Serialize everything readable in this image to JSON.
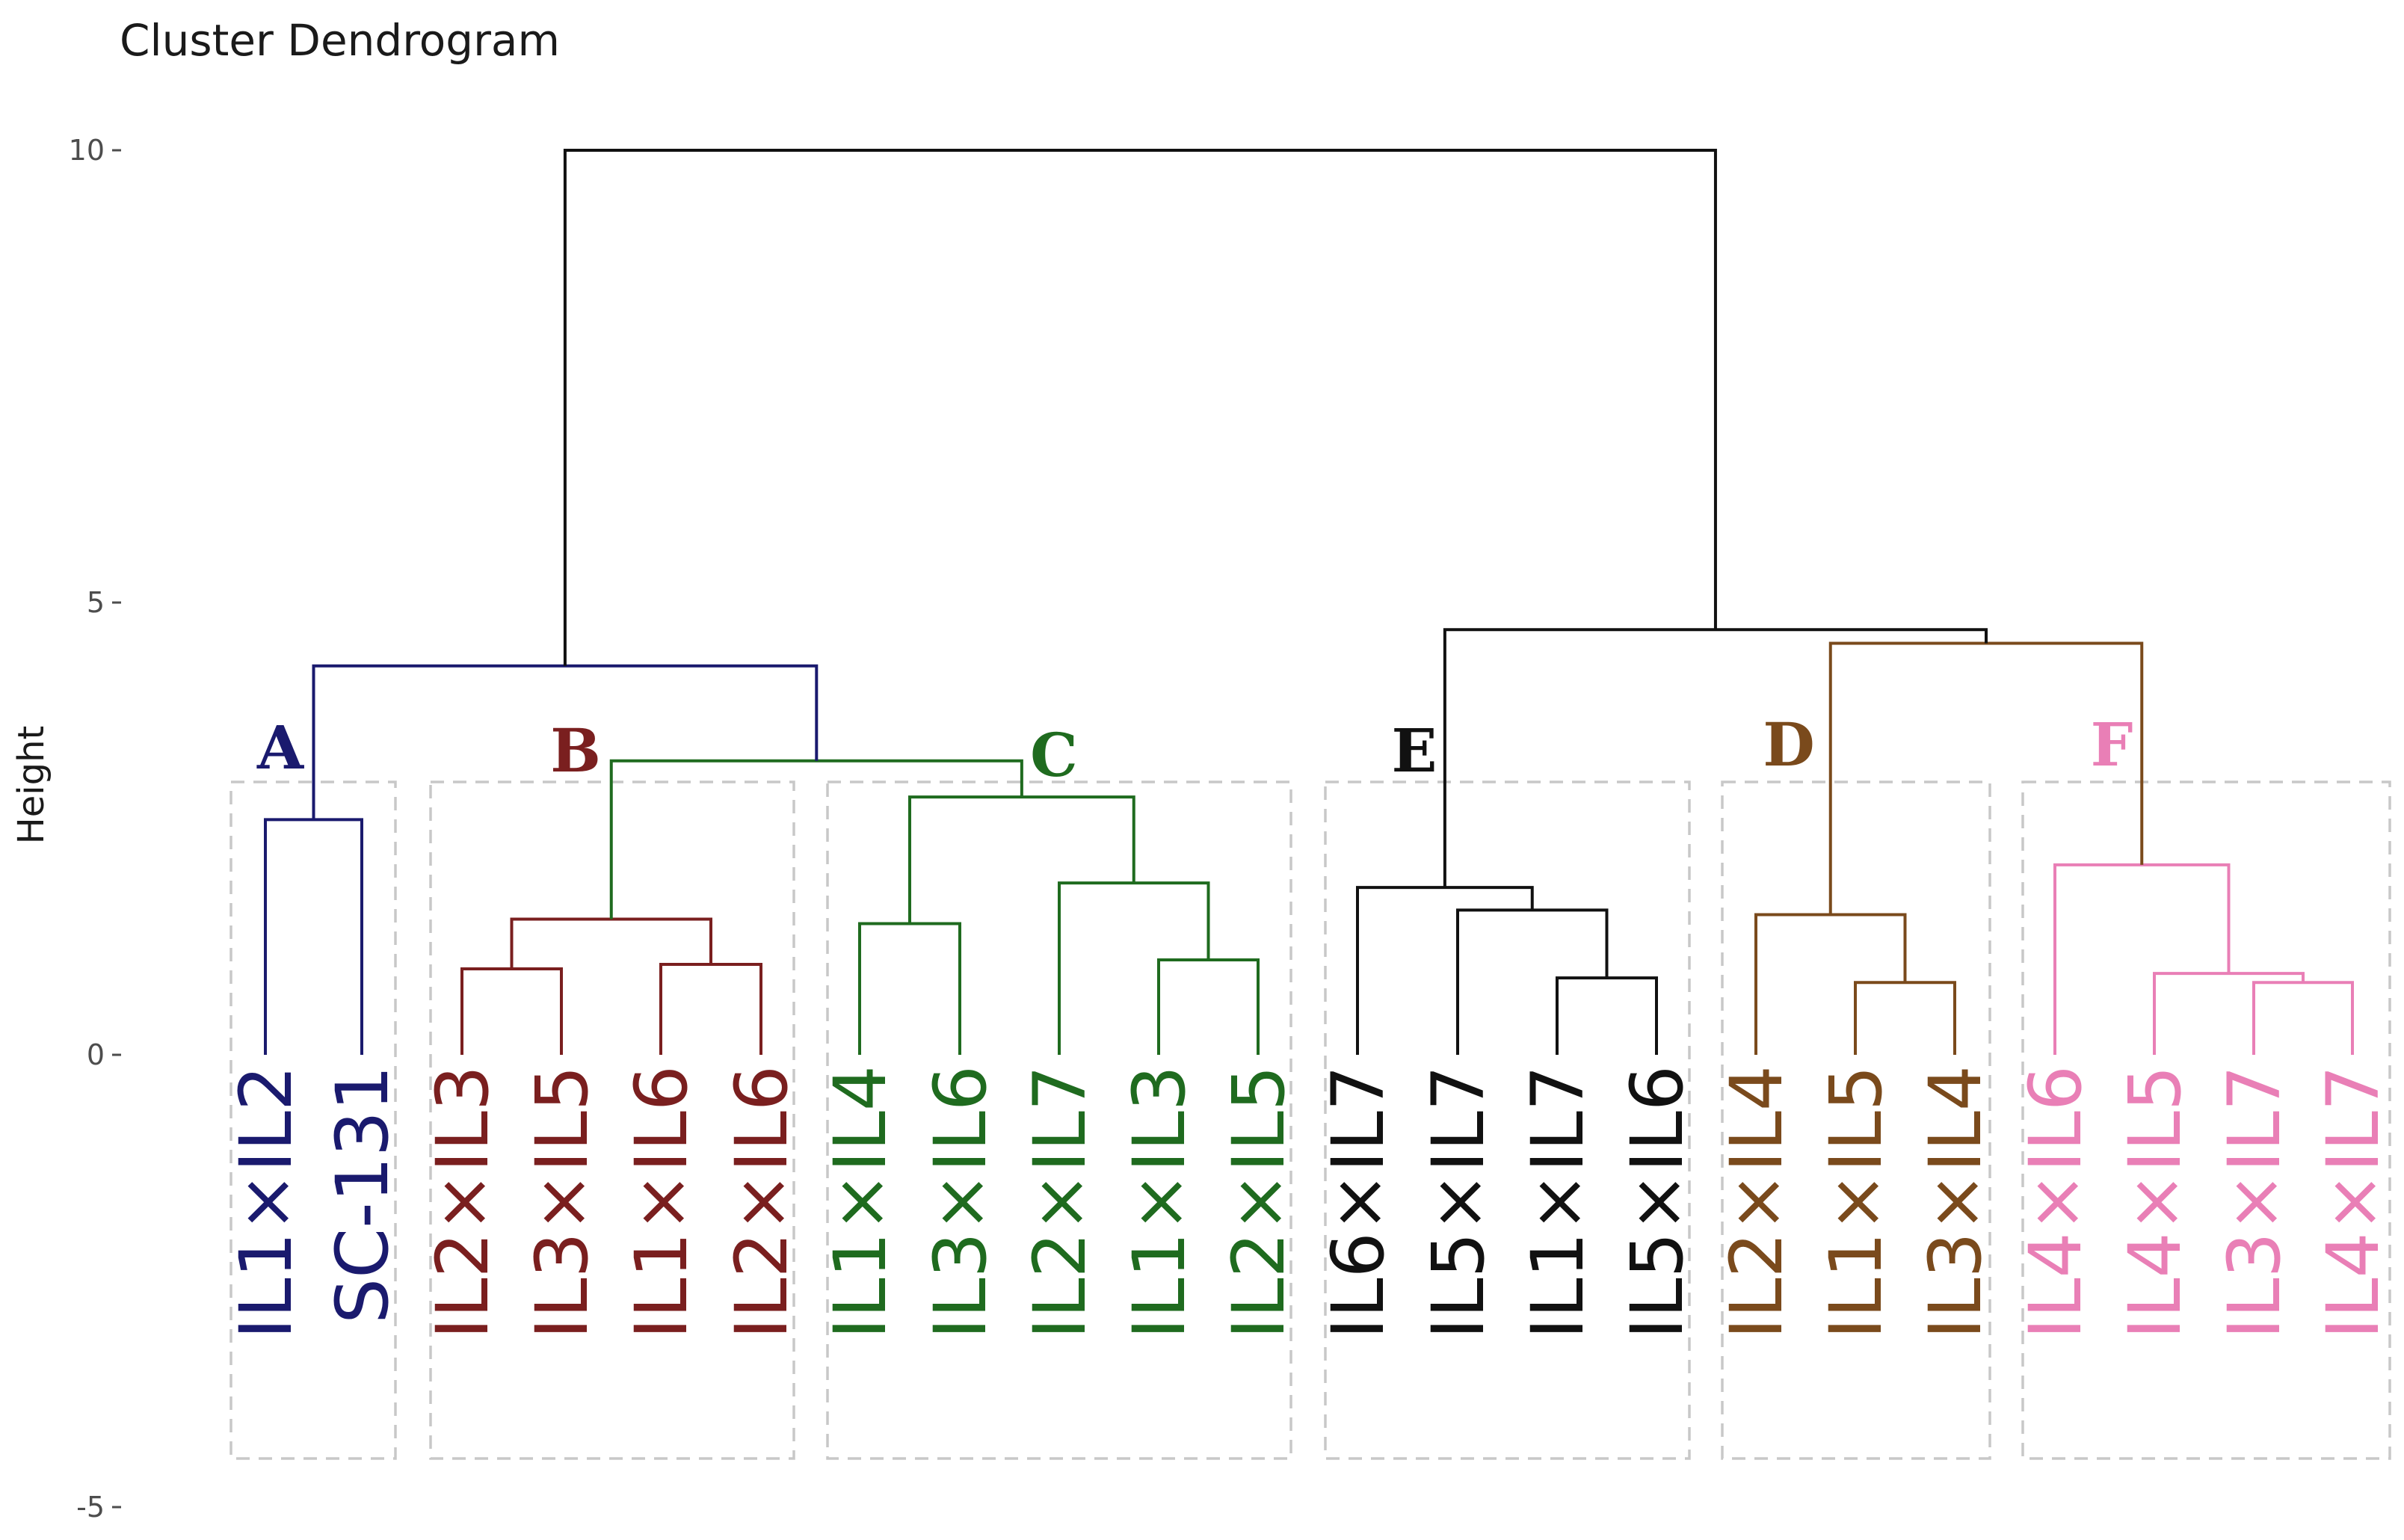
{
  "chart_data": {
    "type": "dendrogram",
    "title": "Cluster Dendrogram",
    "ylabel": "Height",
    "xlabel": "",
    "ylim": [
      -5,
      10
    ],
    "yticks": [
      -5,
      0,
      5,
      10
    ],
    "grid": false,
    "leaves": [
      "IL1×IL2",
      "SC-131",
      "IL2×IL3",
      "IL3×IL5",
      "IL1×IL6",
      "IL2×IL6",
      "IL1×IL4",
      "IL3×IL6",
      "IL2×IL7",
      "IL1×IL3",
      "IL2×IL5",
      "IL6×IL7",
      "IL5×IL7",
      "IL1×IL7",
      "IL5×IL6",
      "IL2×IL4",
      "IL1×IL5",
      "IL3×IL4",
      "IL4×IL6",
      "IL4×IL5",
      "IL3×IL7",
      "IL4×IL7"
    ],
    "groups": [
      {
        "name": "A",
        "leaves": [
          0,
          1
        ],
        "color": "#1a1a6e"
      },
      {
        "name": "B",
        "leaves": [
          2,
          3,
          4,
          5
        ],
        "color": "#7a1f1f"
      },
      {
        "name": "C",
        "leaves": [
          6,
          7,
          8,
          9,
          10
        ],
        "color": "#1f6b1f"
      },
      {
        "name": "E",
        "leaves": [
          11,
          12,
          13,
          14
        ],
        "color": "#111111"
      },
      {
        "name": "D",
        "leaves": [
          15,
          16,
          17
        ],
        "color": "#7a4a1c"
      },
      {
        "name": "F",
        "leaves": [
          18,
          19,
          20,
          21
        ],
        "color": "#e97fb6"
      }
    ],
    "merges": [
      {
        "a": 0,
        "b": 1,
        "height": 2.6,
        "color": "#1a1a6e"
      },
      {
        "a": 2,
        "b": 3,
        "height": 0.95,
        "color": "#7a1f1f"
      },
      {
        "a": 4,
        "b": 5,
        "height": 1.0,
        "color": "#7a1f1f"
      },
      {
        "a": "m2",
        "b": "m3",
        "height": 1.5,
        "color": "#7a1f1f"
      },
      {
        "a": 9,
        "b": 10,
        "height": 1.05,
        "color": "#1f6b1f"
      },
      {
        "a": 8,
        "b": "m5",
        "height": 1.9,
        "color": "#1f6b1f"
      },
      {
        "a": 6,
        "b": 7,
        "height": 1.45,
        "color": "#1f6b1f"
      },
      {
        "a": "m7",
        "b": "m6",
        "height": 2.85,
        "color": "#1f6b1f"
      },
      {
        "a": "m4",
        "b": "m8",
        "height": 3.25,
        "color": "#1f6b1f"
      },
      {
        "a": "m1",
        "b": "m9",
        "height": 4.3,
        "color": "#1a1a6e"
      },
      {
        "a": 13,
        "b": 14,
        "height": 0.85,
        "color": "#111111"
      },
      {
        "a": 12,
        "b": "m11",
        "height": 1.6,
        "color": "#111111"
      },
      {
        "a": 11,
        "b": "m12",
        "height": 1.85,
        "color": "#111111"
      },
      {
        "a": 16,
        "b": 17,
        "height": 0.8,
        "color": "#7a4a1c"
      },
      {
        "a": 15,
        "b": "m14",
        "height": 1.55,
        "color": "#7a4a1c"
      },
      {
        "a": 20,
        "b": 21,
        "height": 0.8,
        "color": "#e97fb6"
      },
      {
        "a": 19,
        "b": "m16",
        "height": 0.9,
        "color": "#e97fb6"
      },
      {
        "a": 18,
        "b": "m17",
        "height": 2.1,
        "color": "#e97fb6"
      },
      {
        "a": "m15",
        "b": "m18",
        "height": 4.55,
        "color": "#7a4a1c"
      },
      {
        "a": "m13",
        "b": "m19",
        "height": 4.7,
        "color": "#111111"
      },
      {
        "a": "m10",
        "b": "m20",
        "height": 10.0,
        "color": "#111111"
      }
    ]
  }
}
